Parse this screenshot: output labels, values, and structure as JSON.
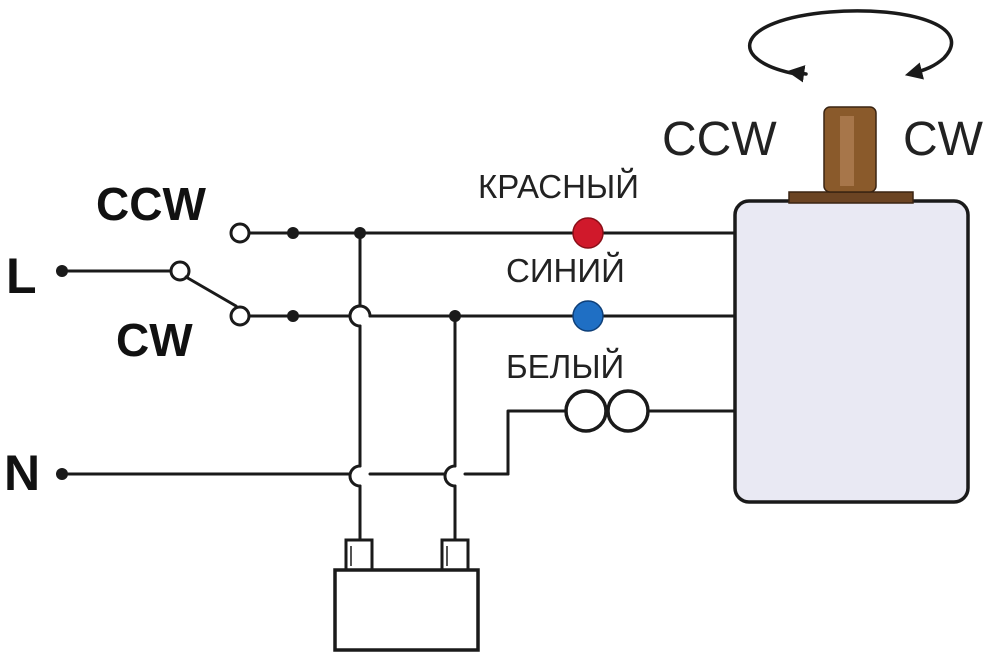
{
  "switch": {
    "label_ccw": "CCW",
    "label_cw": "CW"
  },
  "lines": {
    "live": "L",
    "neutral": "N"
  },
  "wires": {
    "red": {
      "label": "КРАСНЫЙ",
      "color": "#d0192b"
    },
    "blue": {
      "label": "СИНИЙ",
      "color": "#1f6fc4"
    },
    "white": {
      "label": "БЕЛЫЙ"
    }
  },
  "motor": {
    "label_ccw": "CCW",
    "label_cw": "CW",
    "body_color": "#e9e9f3",
    "shaft_color": "#8a5a2b",
    "flange_color": "#6b4423"
  },
  "icons": {
    "rotation": "rotation-arrows-icon",
    "capacitor": "capacitor-icon",
    "coil": "coil-icon"
  }
}
